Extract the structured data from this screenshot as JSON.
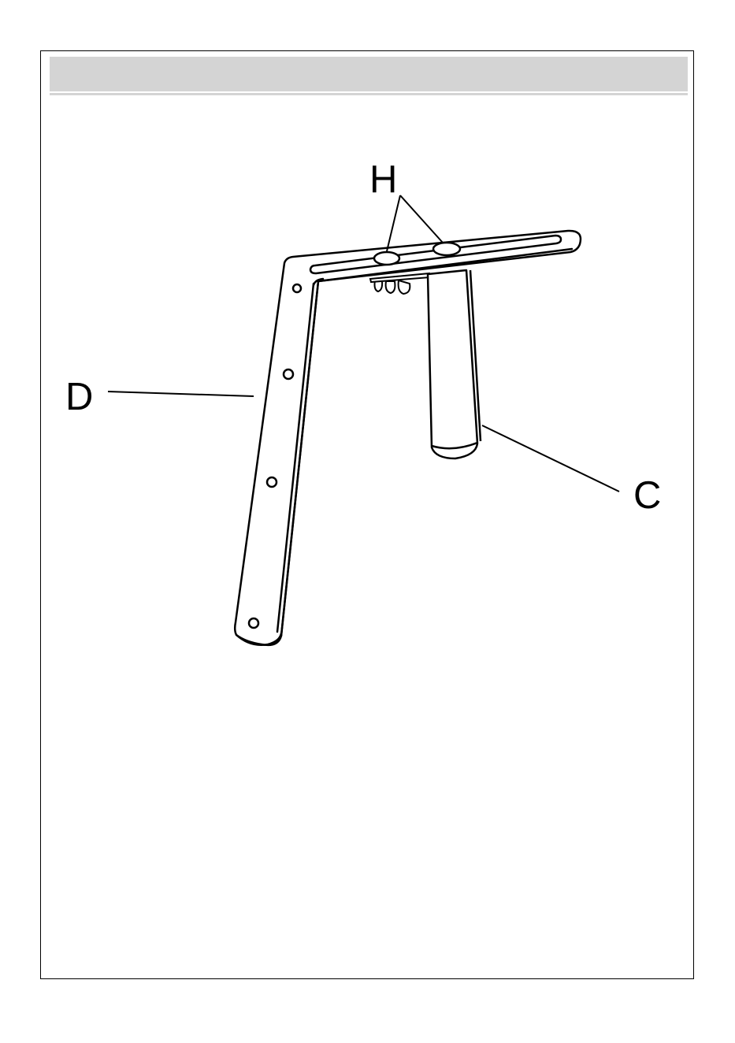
{
  "labels": {
    "h": "H",
    "d": "D",
    "c": "C"
  },
  "colors": {
    "line": "#000000",
    "header_fill": "#d4d4d4",
    "background": "#ffffff"
  }
}
